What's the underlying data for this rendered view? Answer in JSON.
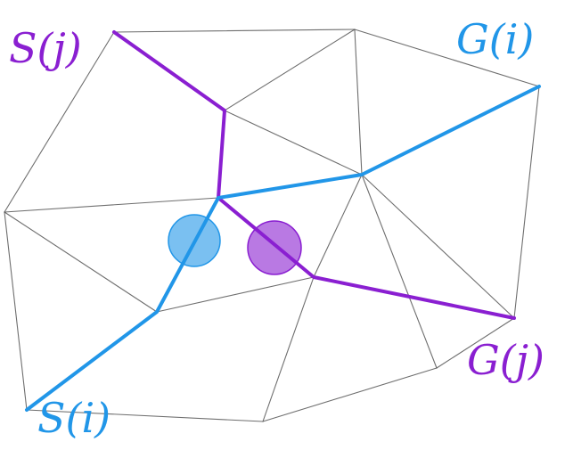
{
  "colors": {
    "purple": "#8a1fd1",
    "blue": "#2196e8",
    "mesh": "#555555"
  },
  "labels": {
    "start_j": "S(j)",
    "goal_i": "G(i)",
    "goal_j": "G(j)",
    "start_i": "S(i)"
  }
}
